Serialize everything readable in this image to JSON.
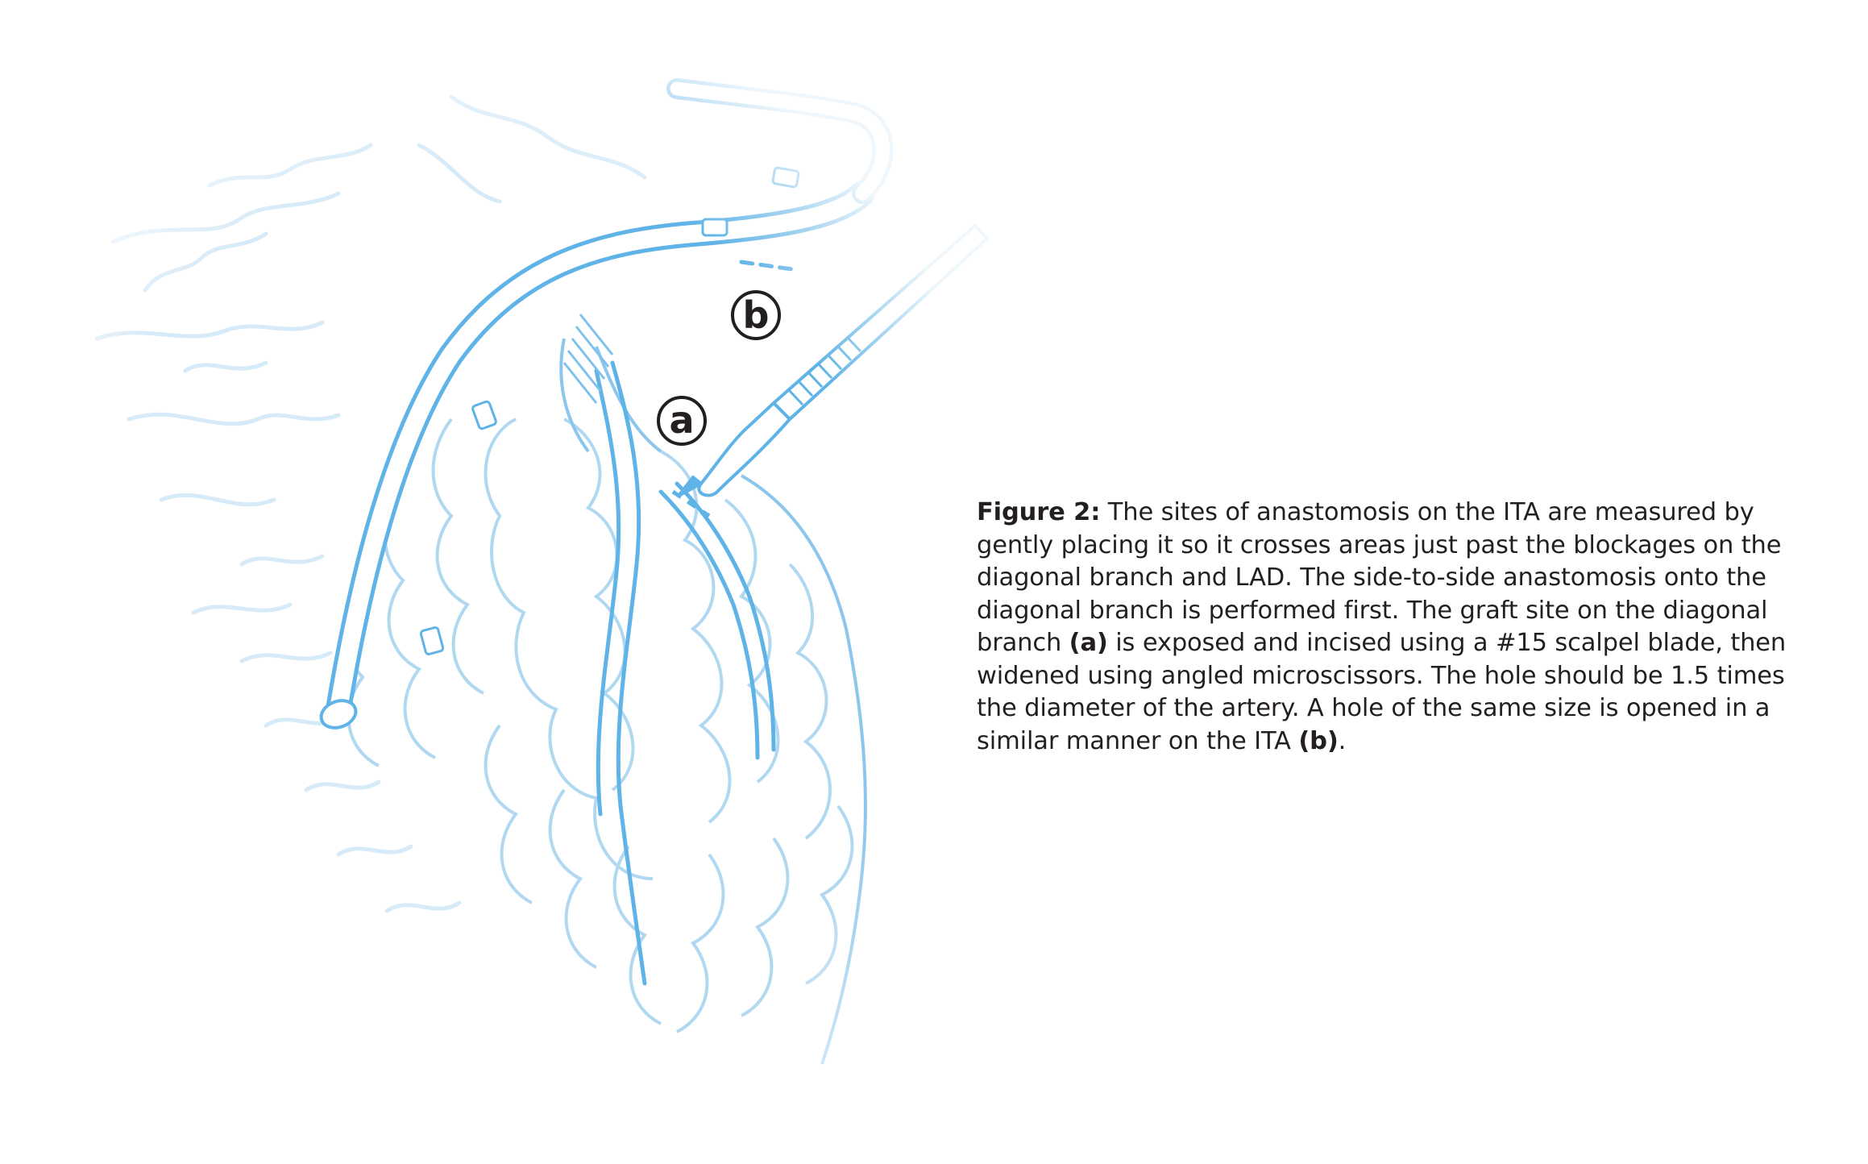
{
  "figure": {
    "markers": {
      "a": "a",
      "b": "b"
    },
    "caption": {
      "label": "Figure 2:",
      "text_1": " The sites of anastomosis on the ITA are measured by gently placing it so it crosses areas just past the blockages on the diagonal branch and LAD. The side-to-side anastomosis onto the diagonal branch is performed first. The graft site on the diagonal branch ",
      "ref_a": "(a)",
      "text_2": " is exposed and incised using a #15 scalpel blade, then widened using angled microscissors. The hole should be 1.5 times the diameter of the artery. A hole of the same size is opened in a similar manner on the ITA ",
      "ref_b": "(b)",
      "text_3": "."
    }
  },
  "colors": {
    "vessel_stroke": "#5fb3e6",
    "vessel_faint": "#bfe0f5",
    "marker_ink": "#231f20",
    "caption_ink": "#231f20"
  },
  "icons": {
    "heart": "heart-surface-illustration",
    "graft": "ita-graft-vessel",
    "scalpel": "scalpel-icon",
    "clips": "vessel-clip-icon"
  }
}
